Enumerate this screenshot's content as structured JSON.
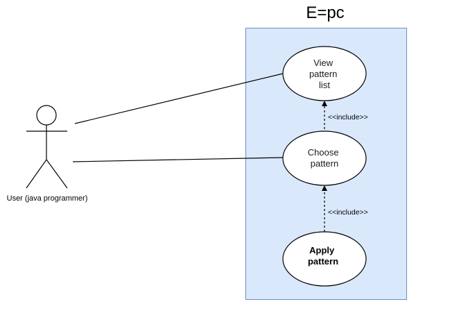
{
  "system": {
    "title": "E=pc",
    "fill": "#dae8fc",
    "stroke": "#6c8ebf"
  },
  "actor": {
    "label": "User (java programmer)"
  },
  "use_cases": {
    "view_pattern_list": {
      "lines": [
        "View",
        "pattern",
        "list"
      ],
      "bold": false
    },
    "choose_pattern": {
      "lines": [
        "Choose",
        "pattern"
      ],
      "bold": false
    },
    "apply_pattern": {
      "lines": [
        "Apply",
        "pattern"
      ],
      "bold": true
    }
  },
  "relations": {
    "include_upper": "<<include>>",
    "include_lower": "<<include>>"
  }
}
